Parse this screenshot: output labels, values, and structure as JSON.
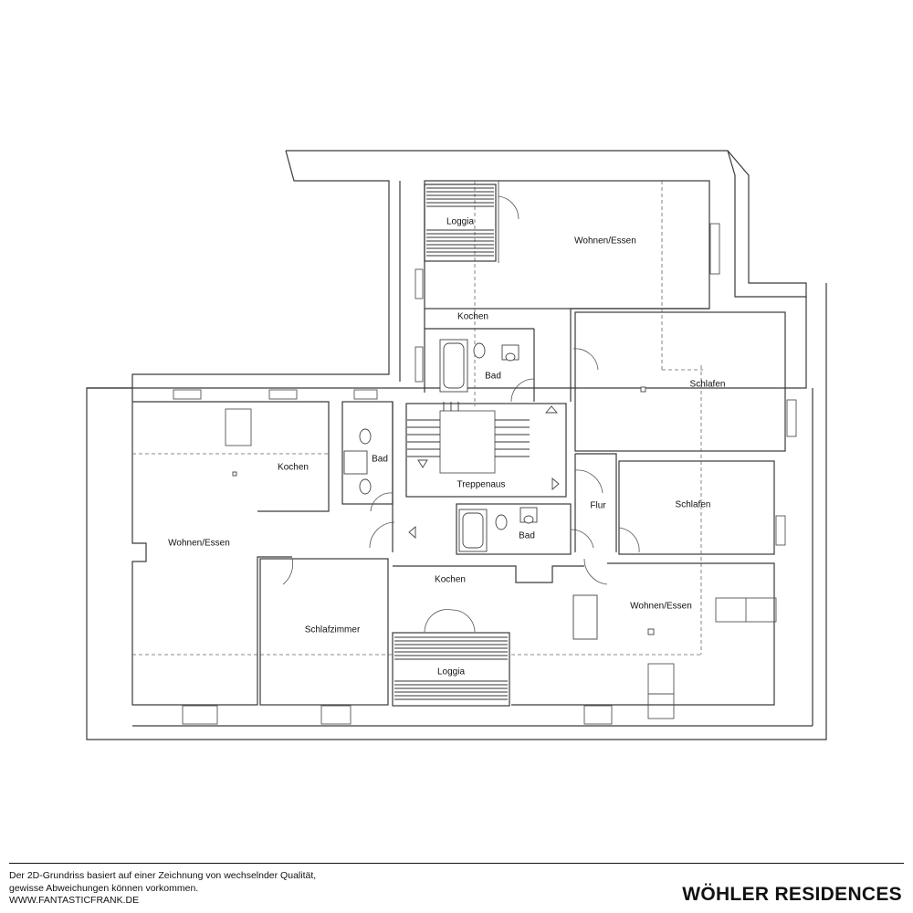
{
  "rooms": {
    "loggia_top": "Loggia",
    "wohnen_essen_top": "Wohnen/Essen",
    "kochen_top": "Kochen",
    "bad_top": "Bad",
    "schlafen_right_upper": "Schlafen",
    "kochen_left": "Kochen",
    "bad_left": "Bad",
    "treppenaus": "Treppenaus",
    "flur": "Flur",
    "schlafen_right_lower": "Schlafen",
    "bad_center": "Bad",
    "wohnen_essen_left": "Wohnen/Essen",
    "kochen_bottom": "Kochen",
    "wohnen_essen_bottom": "Wohnen/Essen",
    "schlafzimmer": "Schlafzimmer",
    "loggia_bottom": "Loggia"
  },
  "footer": {
    "disclaimer_line1": "Der 2D-Grundriss basiert auf einer Zeichnung von wechselnder Qualität,",
    "disclaimer_line2": "gewisse Abweichungen können vorkommen.",
    "website": "WWW.FANTASTICFRANK.DE",
    "brand": "WÖHLER RESIDENCES"
  },
  "colors": {
    "line": "#3a3a3a",
    "text": "#111111",
    "background": "#ffffff"
  }
}
